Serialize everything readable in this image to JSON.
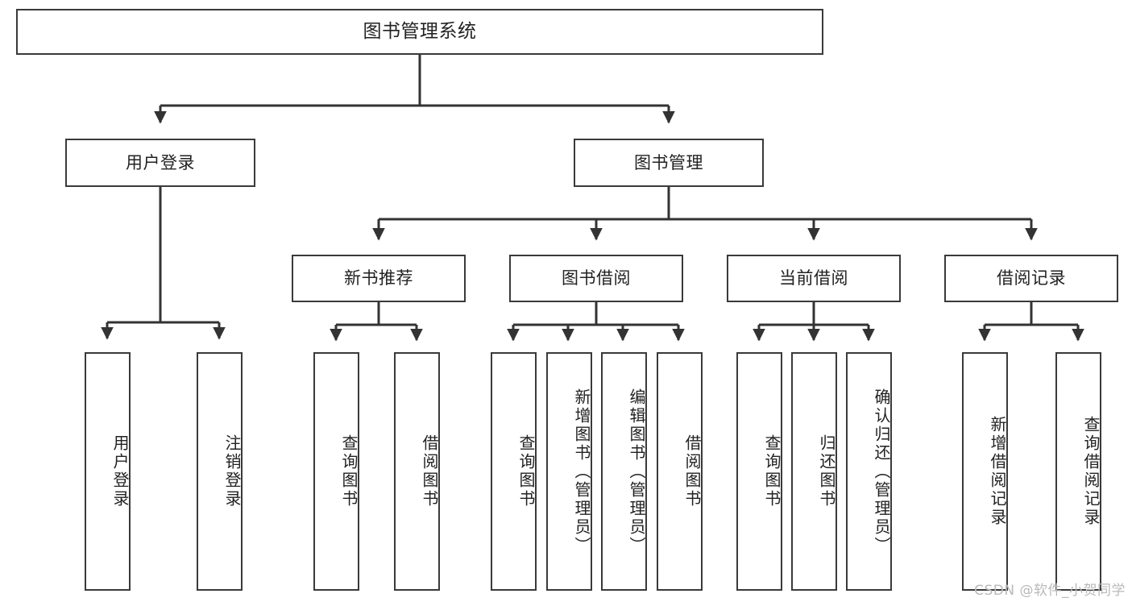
{
  "diagram": {
    "title": "图书管理系统",
    "type": "hierarchy-tree",
    "watermark": "CSDN @软件_小贺同学",
    "colors": {
      "box_border": "#3a3a3a",
      "box_fill": "#ffffff",
      "edge": "#333333",
      "text": "#222222",
      "watermark": "#b9b9b9",
      "background": "#ffffff"
    },
    "root": {
      "label": "图书管理系统"
    },
    "level2": [
      {
        "label": "用户登录"
      },
      {
        "label": "图书管理"
      }
    ],
    "level3": [
      {
        "label": "新书推荐"
      },
      {
        "label": "图书借阅"
      },
      {
        "label": "当前借阅"
      },
      {
        "label": "借阅记录"
      }
    ],
    "leaves": {
      "user_login": [
        {
          "label": "用户登录"
        },
        {
          "label": "注销登录"
        }
      ],
      "new_book_recommend": [
        {
          "label": "查询图书"
        },
        {
          "label": "借阅图书"
        }
      ],
      "book_borrow": [
        {
          "label": "查询图书"
        },
        {
          "label": "新增图书（管理员）"
        },
        {
          "label": "编辑图书（管理员）"
        },
        {
          "label": "借阅图书"
        }
      ],
      "current_borrow": [
        {
          "label": "查询图书"
        },
        {
          "label": "归还图书"
        },
        {
          "label": "确认归还（管理员）"
        }
      ],
      "borrow_records": [
        {
          "label": "新增借阅记录"
        },
        {
          "label": "查询借阅记录"
        }
      ]
    }
  }
}
